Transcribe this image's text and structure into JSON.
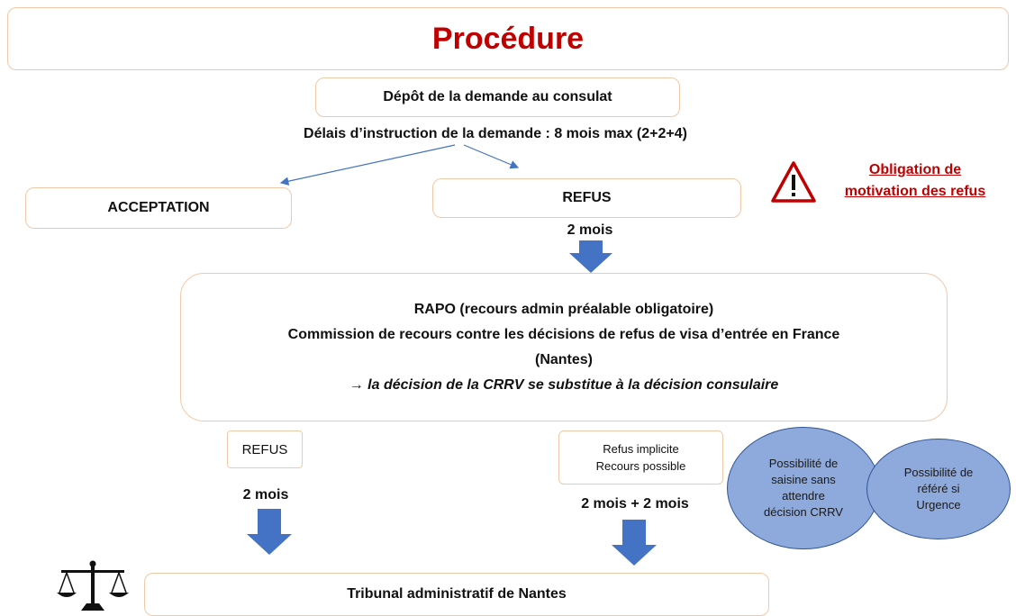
{
  "title": "Procédure",
  "depot": "Dépôt de la demande au consulat",
  "delais": "Délais d’instruction de la demande : 8 mois max (2+2+4)",
  "acceptation": "ACCEPTATION",
  "refus_top": "REFUS",
  "deux_mois_1": "2 mois",
  "warning": {
    "line1": "Obligation de",
    "line2": "motivation des refus"
  },
  "rapo": {
    "line1": "RAPO  (recours admin préalable obligatoire)",
    "line2": "Commission de recours contre les décisions de refus de visa d’entrée en France",
    "line3": "(Nantes)",
    "line4_arrow": "→",
    "line4": " la décision de la CRRV se substitue à la décision consulaire"
  },
  "refus_bottom": "REFUS",
  "deux_mois_2": "2 mois",
  "implicite": {
    "line1": "Refus implicite",
    "line2": "Recours possible"
  },
  "deux_mois_plus": "2 mois + 2 mois",
  "circle1": {
    "line1": "Possibilité de",
    "line2": "saisine sans",
    "line3": "attendre",
    "line4": "décision CRRV"
  },
  "circle2": {
    "line1": "Possibilité de",
    "line2": "référé si",
    "line3": "Urgence"
  },
  "tribunal": "Tribunal administratif de Nantes",
  "colors": {
    "title_red": "#c00000",
    "box_border": "#f2c9a8",
    "arrow_blue": "#4472c4",
    "circle_fill": "#8ea9db"
  }
}
